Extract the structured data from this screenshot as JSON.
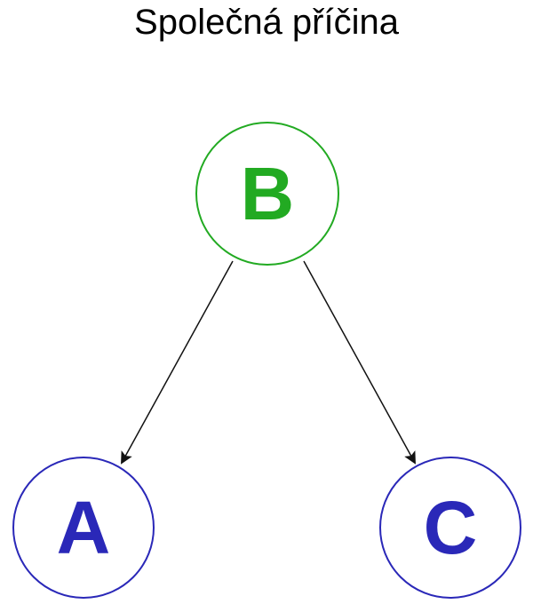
{
  "title": "Společná příčina",
  "nodes": {
    "b": {
      "label": "B",
      "color": "#22aa22"
    },
    "a": {
      "label": "A",
      "color": "#2a28b8"
    },
    "c": {
      "label": "C",
      "color": "#2a28b8"
    }
  },
  "edges": [
    {
      "from": "B",
      "to": "A"
    },
    {
      "from": "B",
      "to": "C"
    }
  ],
  "colors": {
    "edge": "#111111",
    "background": "#ffffff"
  }
}
